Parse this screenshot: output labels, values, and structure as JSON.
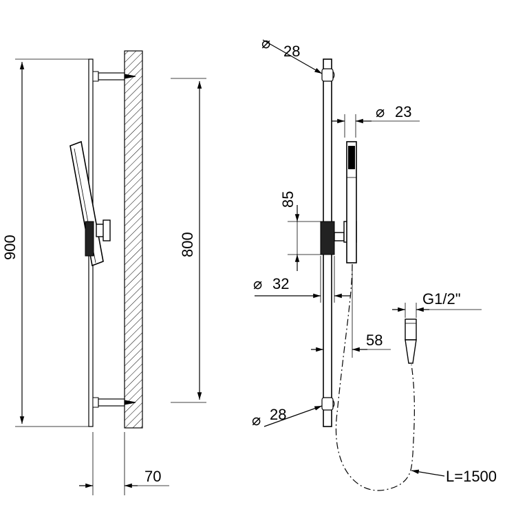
{
  "left_view": {
    "dim_height_total": "900",
    "dim_height_brackets": "800",
    "dim_depth": "70"
  },
  "right_view": {
    "dim_top_bracket": "28",
    "dim_bar": "23",
    "dim_holder_spacing": "85",
    "dim_slider": "32",
    "dim_offset": "58",
    "dim_bottom_bracket": "28",
    "dim_connection": "G1/2\"",
    "dim_hose_length": "L=1500"
  },
  "symbols": {
    "diameter": "⌀"
  }
}
